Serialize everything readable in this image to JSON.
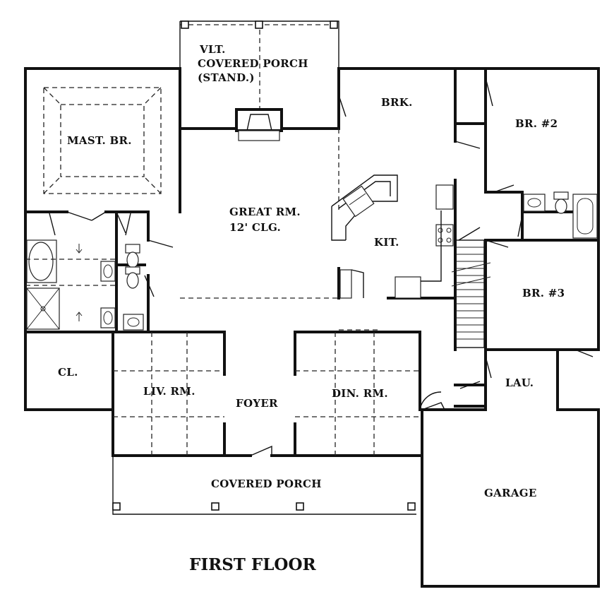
{
  "title": "FIRST FLOOR",
  "rooms": {
    "vlt_porch": [
      "VLT.",
      "COVERED PORCH",
      "(STAND.)"
    ],
    "brk": "BRK.",
    "br2": "BR. #2",
    "mast_br": "MAST. BR.",
    "great_rm": [
      "GREAT RM.",
      "12' CLG."
    ],
    "kit": "KIT.",
    "br3": "BR. #3",
    "cl": "CL.",
    "liv_rm": "LIV. RM.",
    "foyer": "FOYER",
    "din_rm": "DIN. RM.",
    "lau": "LAU.",
    "covered_porch": "COVERED PORCH",
    "garage": "GARAGE"
  }
}
